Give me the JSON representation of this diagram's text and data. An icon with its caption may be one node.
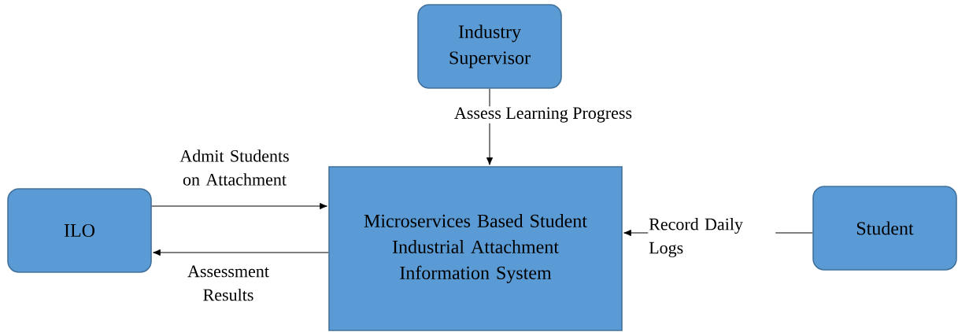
{
  "diagram": {
    "nodes": [
      {
        "text": [
          "Industry Supervisor"
        ]
      },
      {
        "text": [
          "ILO"
        ]
      },
      {
        "text": [
          "Microservices Based Student Industrial Attachment Information System"
        ]
      },
      {
        "text": [
          "Student"
        ]
      }
    ],
    "edges": [
      {
        "from": 0,
        "to": 2,
        "arrow": "to",
        "label": "Assess Learning Progress"
      },
      {
        "from": 1,
        "to": 2,
        "arrow": "to",
        "label": "Admit Students on Attachment"
      },
      {
        "from": 2,
        "to": 1,
        "arrow": "to",
        "label": "Assessment Results"
      },
      {
        "from": 3,
        "to": 2,
        "arrow": "to",
        "label": "Record Daily Logs"
      }
    ]
  }
}
